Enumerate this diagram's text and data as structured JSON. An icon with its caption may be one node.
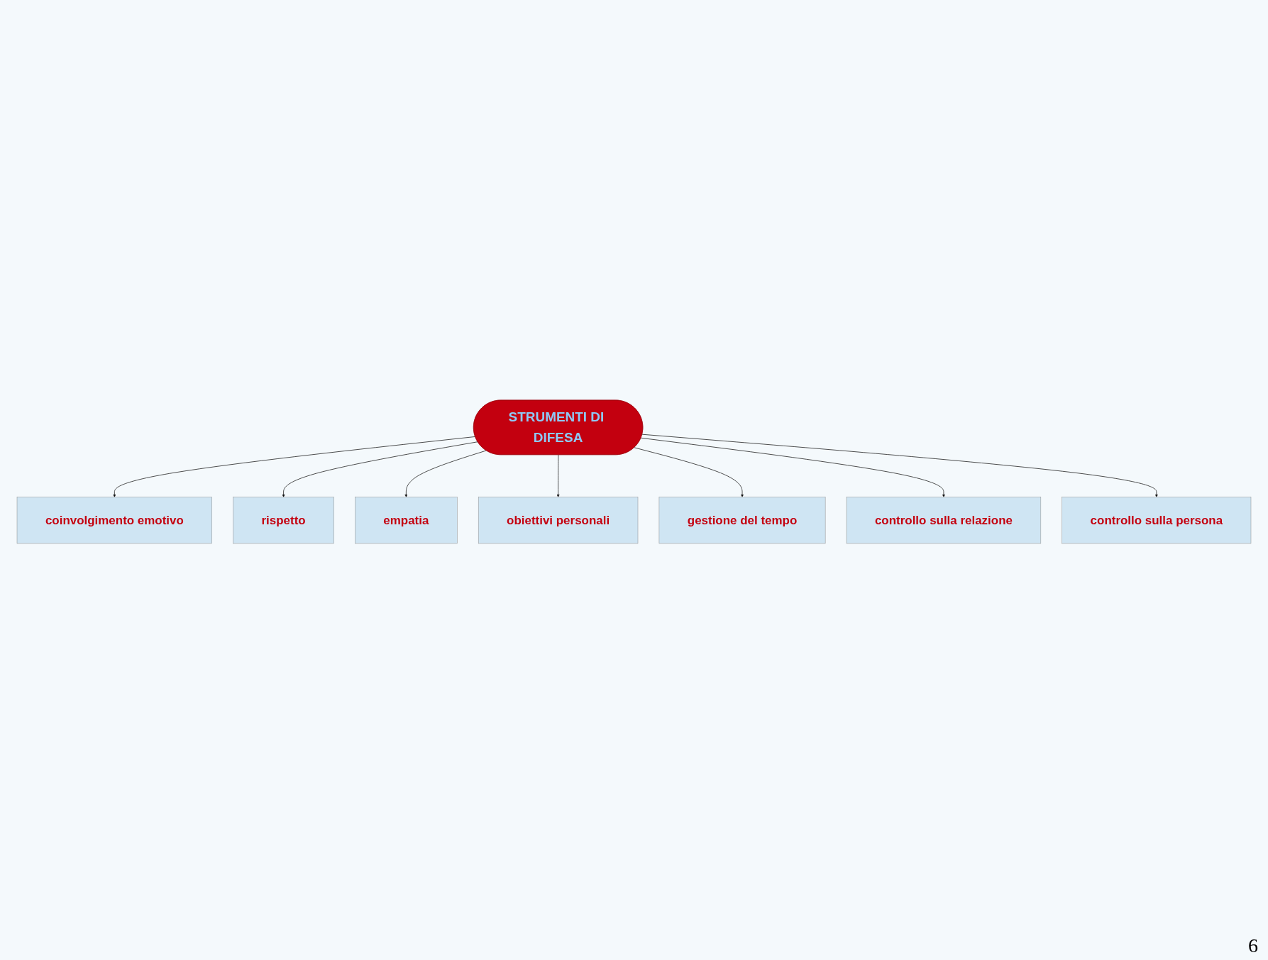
{
  "diagram": {
    "nodes": [
      {
        "text": [
          "coinvolgimento emotivo"
        ]
      },
      {
        "text": [
          "rispetto"
        ]
      },
      {
        "text": [
          "empatia"
        ]
      },
      {
        "text": [
          "obiettivi personali"
        ]
      },
      {
        "text": [
          "STRUMENTI DI DIFESA"
        ]
      },
      {
        "text": [
          "gestione del tempo"
        ]
      },
      {
        "text": [
          "controllo sulla relazione"
        ]
      },
      {
        "text": [
          "controllo sulla persona"
        ]
      }
    ],
    "edges": [
      {
        "from": 4,
        "to": 0,
        "arrow": "to"
      },
      {
        "from": 4,
        "to": 1,
        "arrow": "to"
      },
      {
        "from": 4,
        "to": 2,
        "arrow": "to"
      },
      {
        "from": 4,
        "to": 3,
        "arrow": "to"
      },
      {
        "from": 4,
        "to": 5,
        "arrow": "to"
      },
      {
        "from": 4,
        "to": 6,
        "arrow": "to"
      },
      {
        "from": 4,
        "to": 7,
        "arrow": "to"
      }
    ],
    "labels": [
      "6"
    ]
  }
}
